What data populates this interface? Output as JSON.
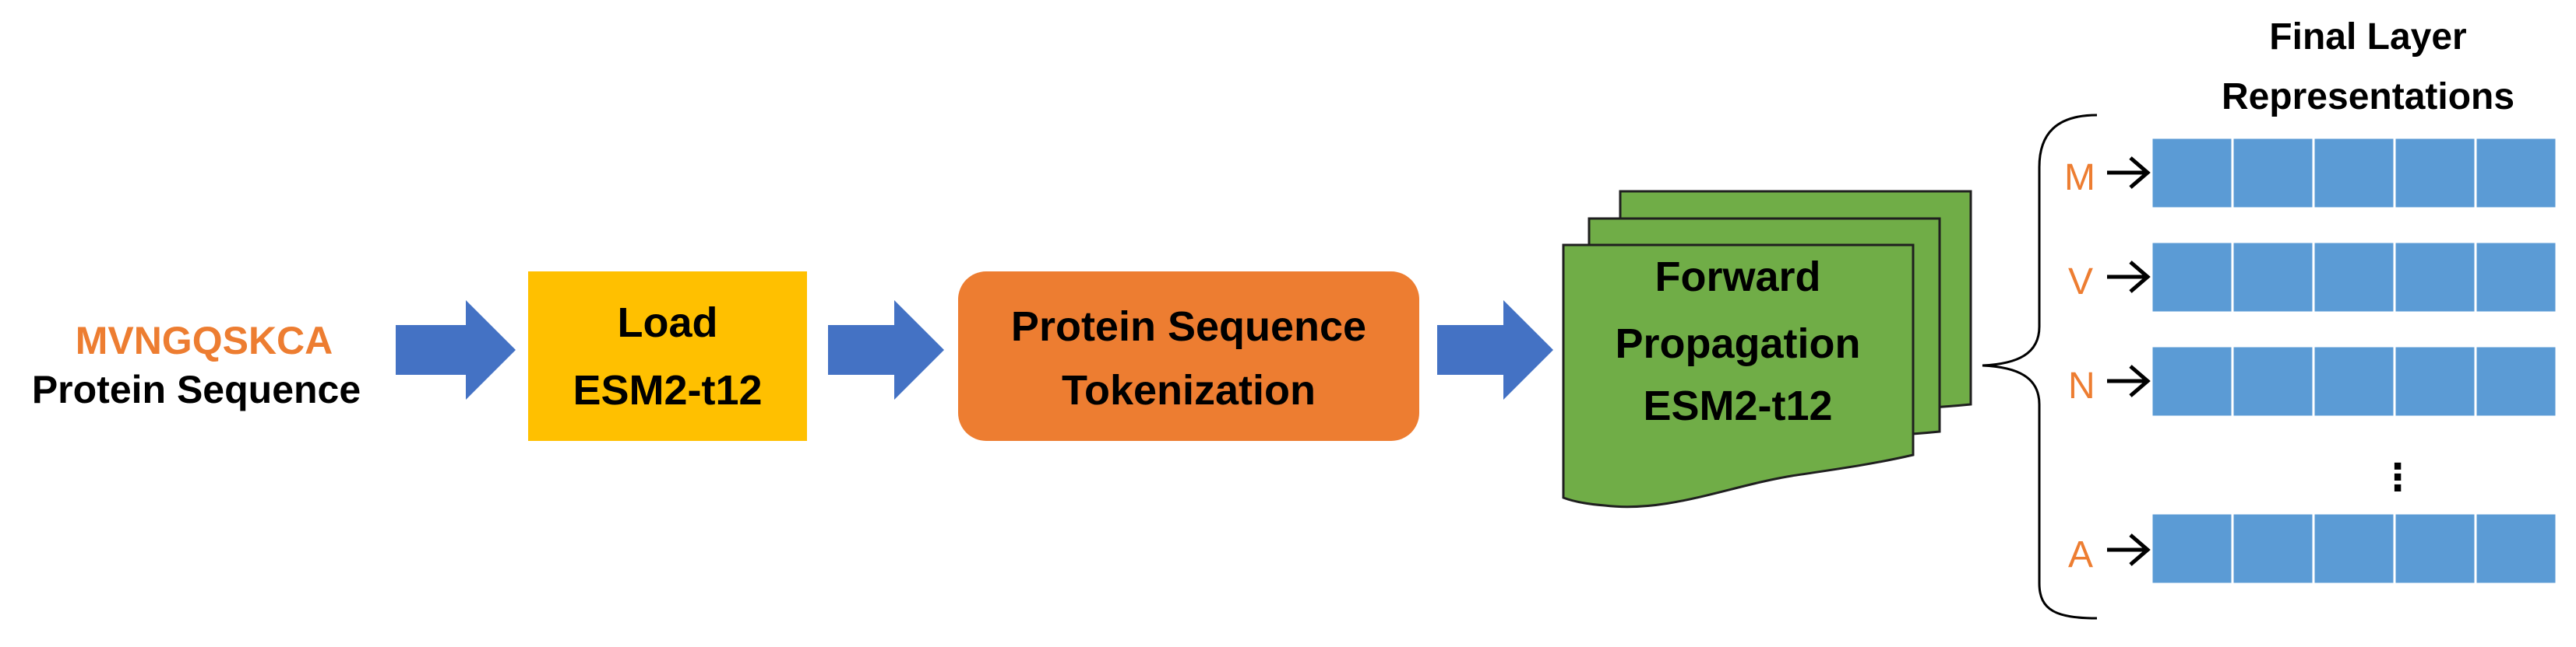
{
  "input": {
    "sequence": "MVNGQSKCA",
    "label": "Protein Sequence"
  },
  "steps": {
    "load": {
      "line1": "Load",
      "line2": "ESM2-t12"
    },
    "tokenization": {
      "line1": "Protein Sequence",
      "line2": "Tokenization"
    },
    "forward": {
      "line1": "Forward",
      "line2": "Propagation",
      "line3": "ESM2-t12"
    }
  },
  "output": {
    "title_line1": "Final Layer",
    "title_line2": "Representations",
    "rows": [
      "M",
      "V",
      "N",
      "A"
    ],
    "ellipsis": "⋮",
    "cells_per_row": 5
  },
  "colors": {
    "arrow": "#4472C4",
    "load_box": "#FFC000",
    "tokenization_box": "#ED7D31",
    "forward_doc": "#70AD47",
    "cell": "#5B9BD5",
    "residue_letters": "#ED7D31"
  }
}
